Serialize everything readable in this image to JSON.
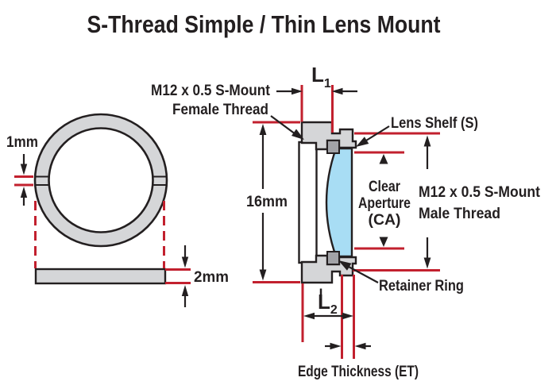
{
  "title": "S-Thread Simple / Thin Lens Mount",
  "colors": {
    "dimension_red": "#c2202e",
    "line_black": "#231f20",
    "body_gray": "#d5d6d8",
    "retainer_gray": "#a2a3a7",
    "lens_blue": "#a8ddf4",
    "barrel_white": "#ffffff"
  },
  "front_view": {
    "slot_width": "1mm",
    "ring_thickness": "2mm"
  },
  "section_view": {
    "female_thread": {
      "line1": "M12 x 0.5 S-Mount",
      "line2": "Female Thread"
    },
    "male_thread": {
      "line1": "M12 x 0.5 S-Mount",
      "line2": "Male Thread"
    },
    "lens_shelf": "Lens Shelf (S)",
    "retainer_ring": "Retainer Ring",
    "clear_aperture": {
      "line1": "Clear",
      "line2": "Aperture",
      "line3": "(CA)"
    },
    "edge_thickness": "Edge Thickness (ET)",
    "height": "16mm",
    "l1": {
      "base": "L",
      "sub": "1"
    },
    "l2": {
      "base": "L",
      "sub": "2"
    }
  }
}
